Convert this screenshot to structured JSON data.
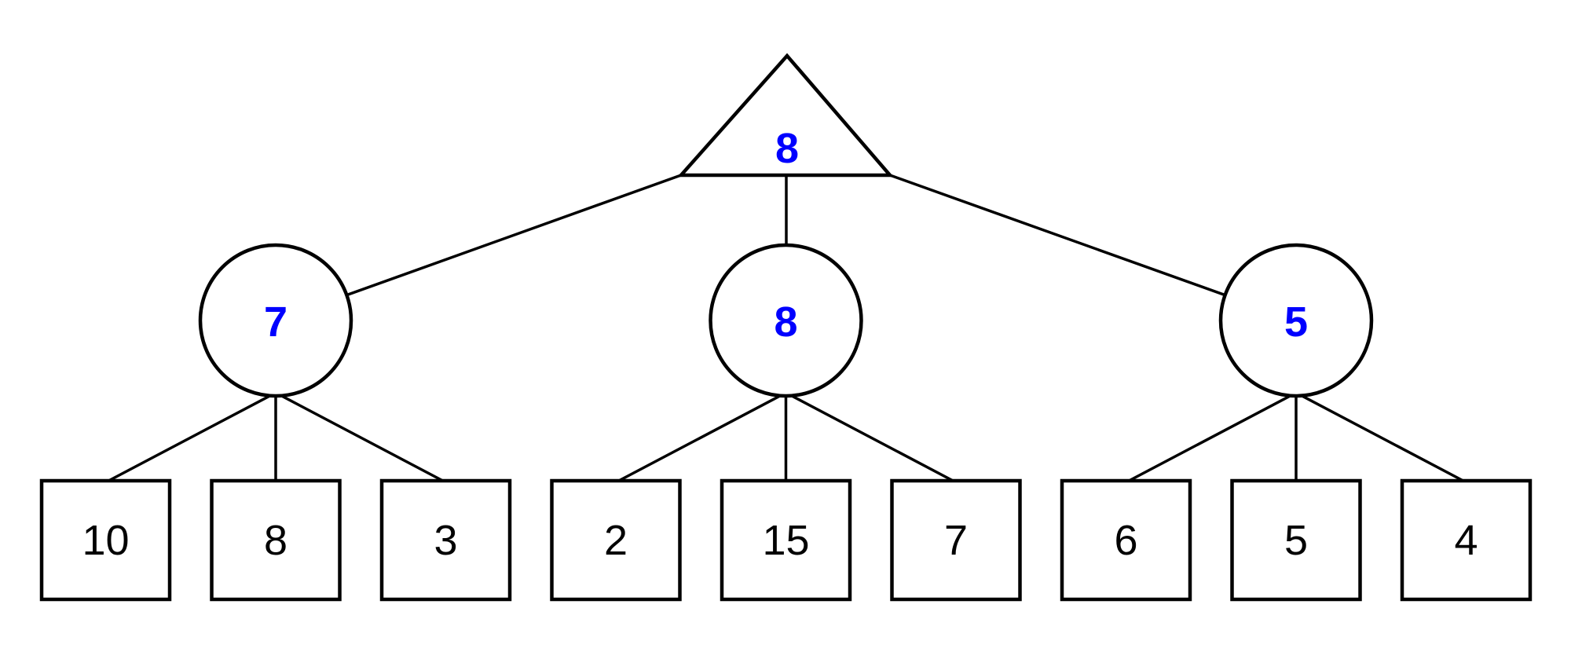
{
  "diagram": {
    "kind": "game-tree",
    "colors": {
      "internal_value": "#0000FF",
      "leaf_value": "#000000",
      "line": "#000000",
      "background": "#FFFFFF"
    },
    "root": {
      "shape": "triangle",
      "value": "8",
      "children": [
        {
          "shape": "circle",
          "value": "7",
          "children": [
            {
              "shape": "square",
              "value": "10"
            },
            {
              "shape": "square",
              "value": "8"
            },
            {
              "shape": "square",
              "value": "3"
            }
          ]
        },
        {
          "shape": "circle",
          "value": "8",
          "children": [
            {
              "shape": "square",
              "value": "2"
            },
            {
              "shape": "square",
              "value": "15"
            },
            {
              "shape": "square",
              "value": "7"
            }
          ]
        },
        {
          "shape": "circle",
          "value": "5",
          "children": [
            {
              "shape": "square",
              "value": "6"
            },
            {
              "shape": "square",
              "value": "5"
            },
            {
              "shape": "square",
              "value": "4"
            }
          ]
        }
      ]
    }
  }
}
